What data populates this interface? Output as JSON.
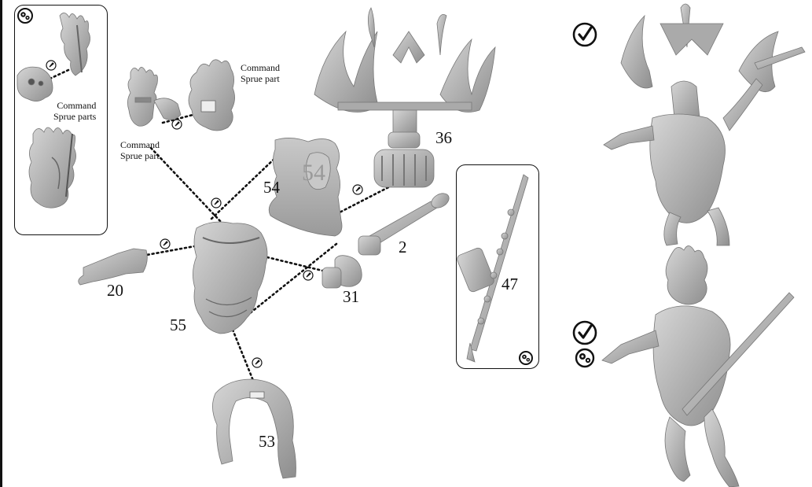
{
  "captions": {
    "command_sprue_inset": "Command\nSprue parts",
    "command_sprue_head": "Command\nSprue part",
    "command_sprue_headdress": "Command\nSprue part"
  },
  "part_numbers": {
    "p36": "36",
    "p54": "54",
    "p54_emboss": "54",
    "p2": "2",
    "p47": "47",
    "p20": "20",
    "p31": "31",
    "p55": "55",
    "p53": "53"
  },
  "icons": {
    "check": "checkmark-circle-icon",
    "gears": "gears-icon",
    "glue": "glue-drop-icon"
  },
  "colors": {
    "plastic": "#b5b5b5",
    "plastic_dark": "#8d8d8d",
    "line": "#111111"
  }
}
